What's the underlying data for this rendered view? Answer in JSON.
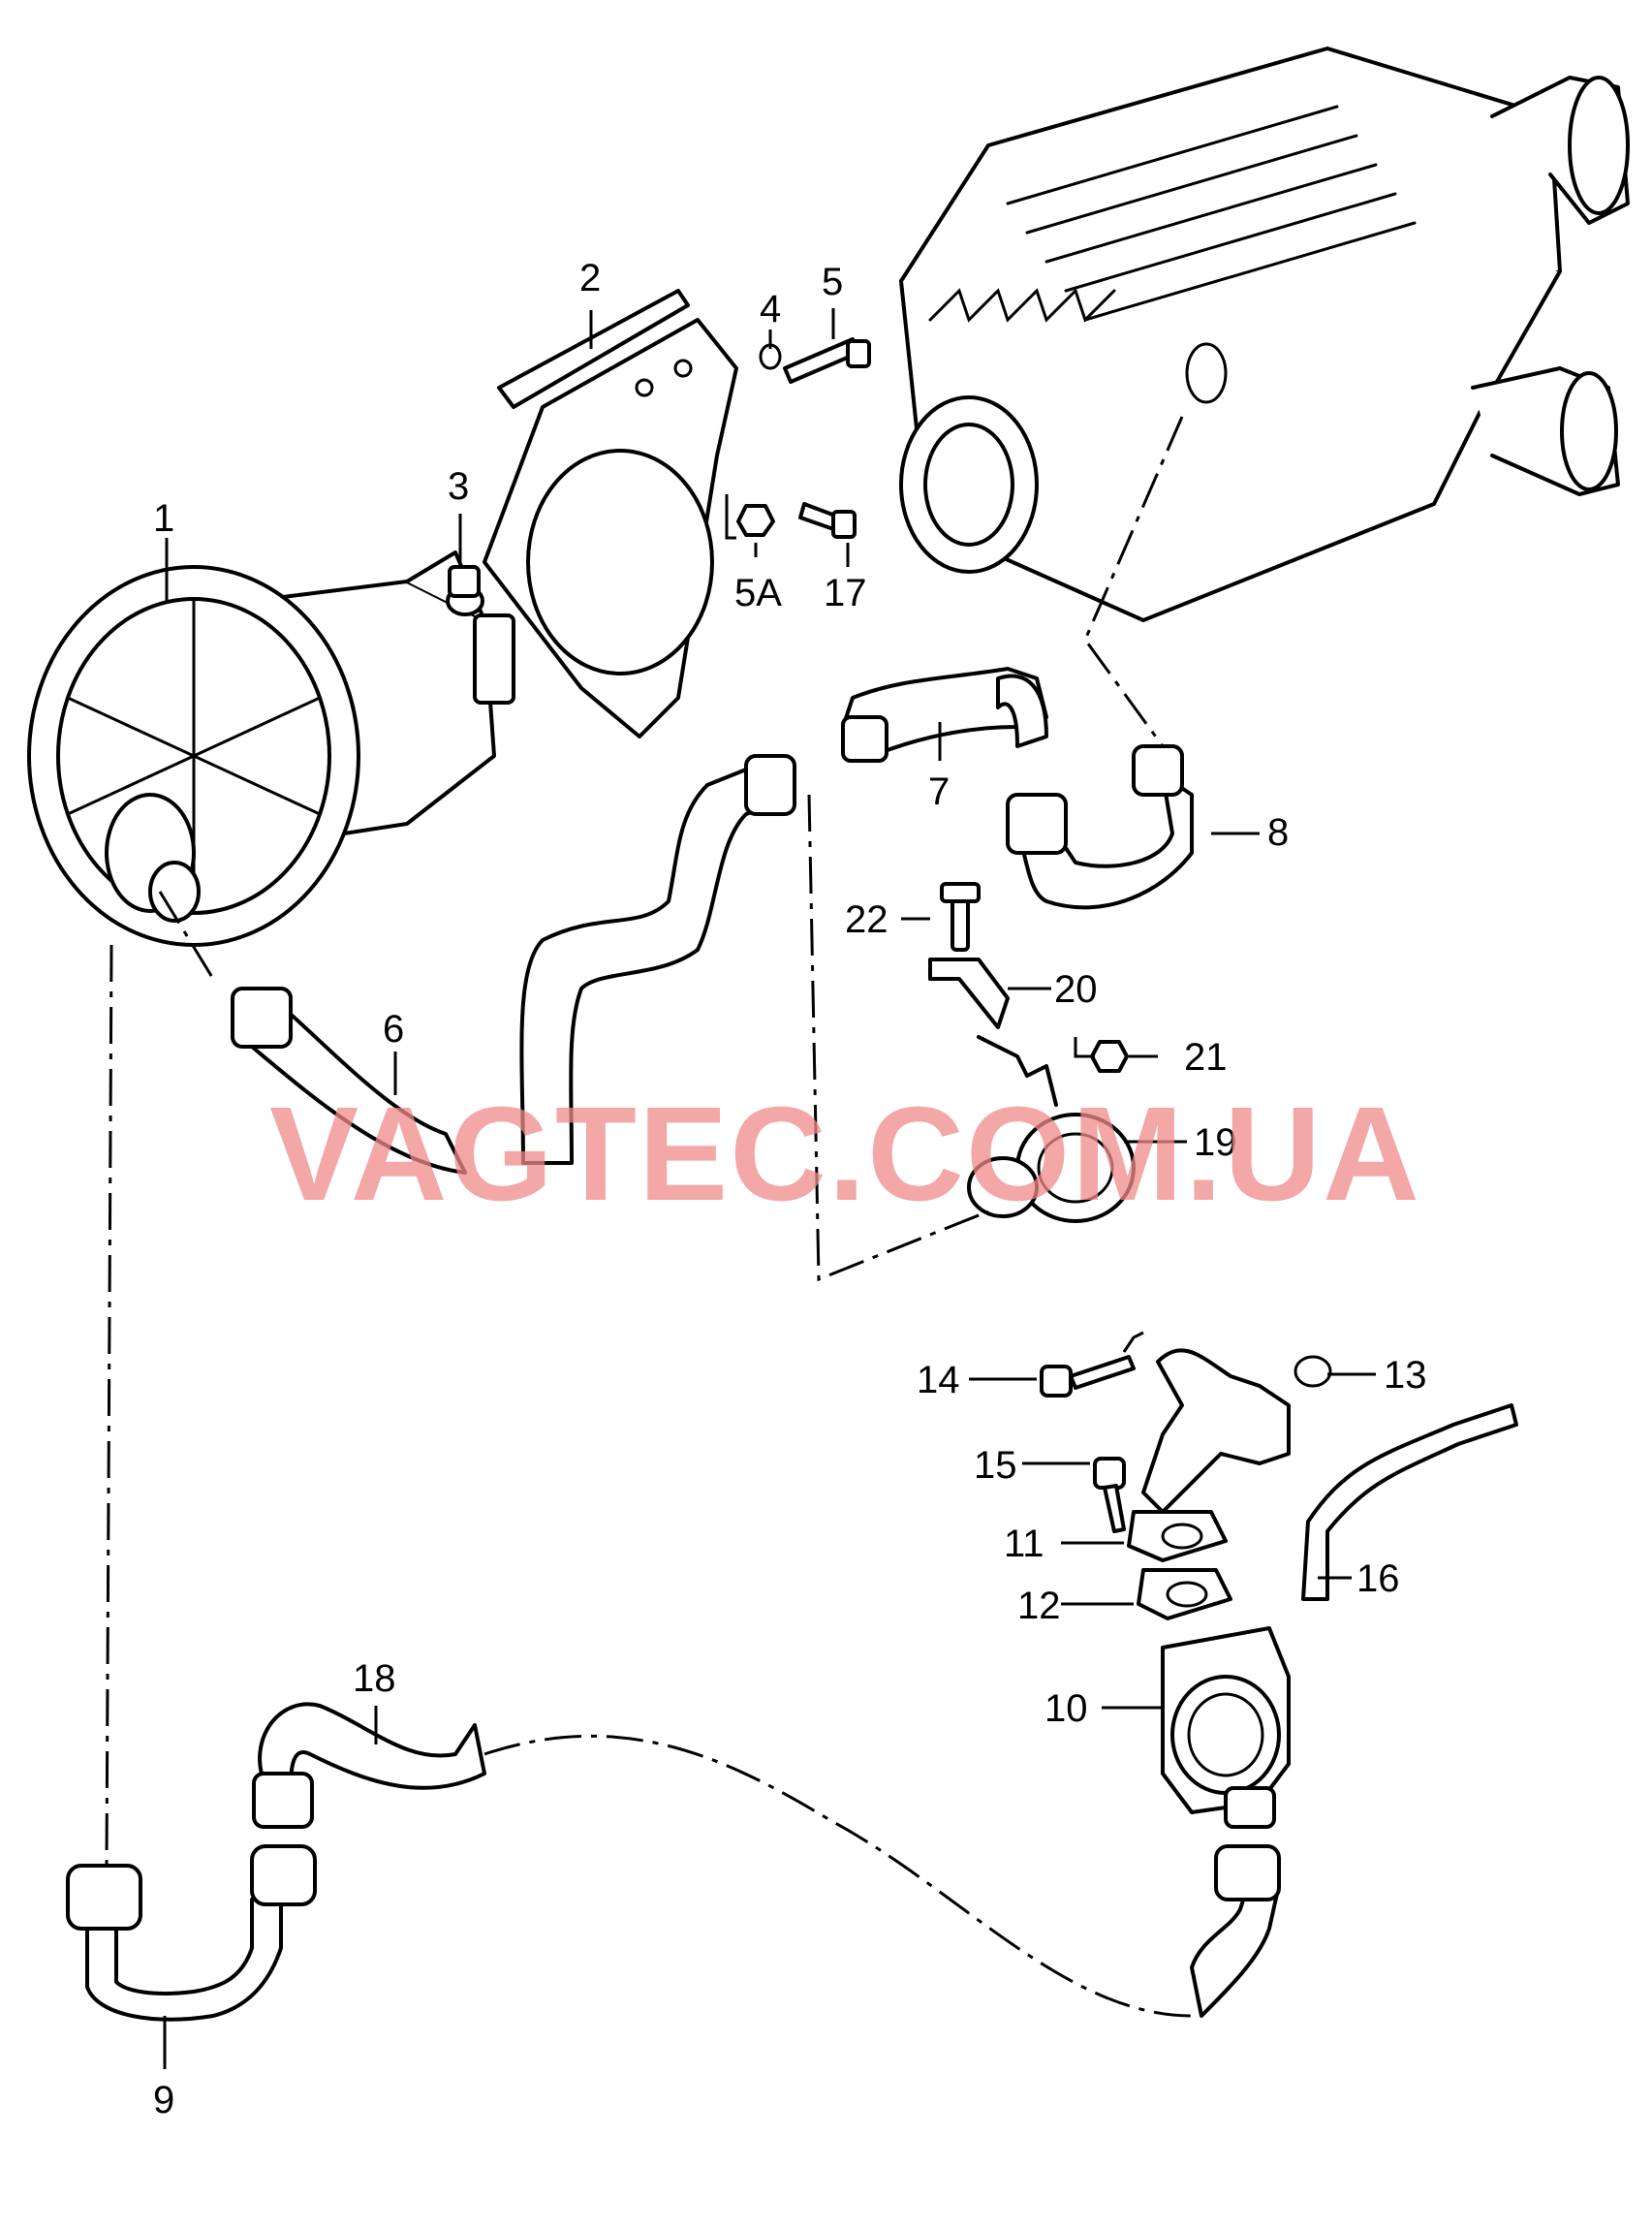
{
  "diagram": {
    "watermark": "VAGTEC.COM.UA",
    "callouts": [
      {
        "id": "1",
        "label": "1"
      },
      {
        "id": "2",
        "label": "2"
      },
      {
        "id": "3",
        "label": "3"
      },
      {
        "id": "4",
        "label": "4"
      },
      {
        "id": "5",
        "label": "5"
      },
      {
        "id": "5a",
        "label": "5A"
      },
      {
        "id": "6",
        "label": "6"
      },
      {
        "id": "7",
        "label": "7"
      },
      {
        "id": "8",
        "label": "8"
      },
      {
        "id": "9",
        "label": "9"
      },
      {
        "id": "10",
        "label": "10"
      },
      {
        "id": "11",
        "label": "11"
      },
      {
        "id": "12",
        "label": "12"
      },
      {
        "id": "13",
        "label": "13"
      },
      {
        "id": "14",
        "label": "14"
      },
      {
        "id": "15",
        "label": "15"
      },
      {
        "id": "16",
        "label": "16"
      },
      {
        "id": "17",
        "label": "17"
      },
      {
        "id": "18",
        "label": "18"
      },
      {
        "id": "19",
        "label": "19"
      },
      {
        "id": "20",
        "label": "20"
      },
      {
        "id": "21",
        "label": "21"
      },
      {
        "id": "22",
        "label": "22"
      }
    ]
  }
}
